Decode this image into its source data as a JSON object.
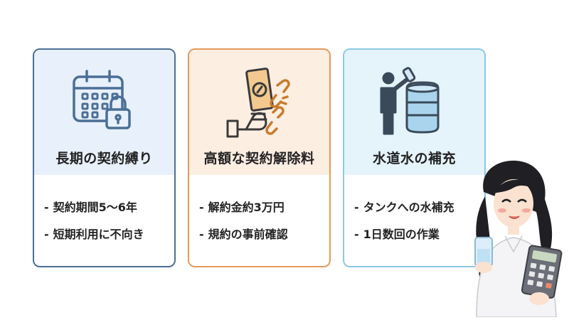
{
  "cards": [
    {
      "title": "長期の契約縛り",
      "icon": "calendar-lock-icon",
      "items": [
        "契約期間5〜6年",
        "短期利用に不向き"
      ]
    },
    {
      "title": "高額な契約解除料",
      "icon": "money-broken-chain-icon",
      "items": [
        "解約金約3万円",
        "規約の事前確認"
      ]
    },
    {
      "title": "水道水の補充",
      "icon": "person-water-tank-icon",
      "items": [
        "タンクへの水補充",
        "1日数回の作業"
      ]
    }
  ],
  "dash": "-",
  "colors": {
    "card1_border": "#4b6f96",
    "card2_border": "#e59a5b",
    "card3_border": "#8cc7e6"
  }
}
